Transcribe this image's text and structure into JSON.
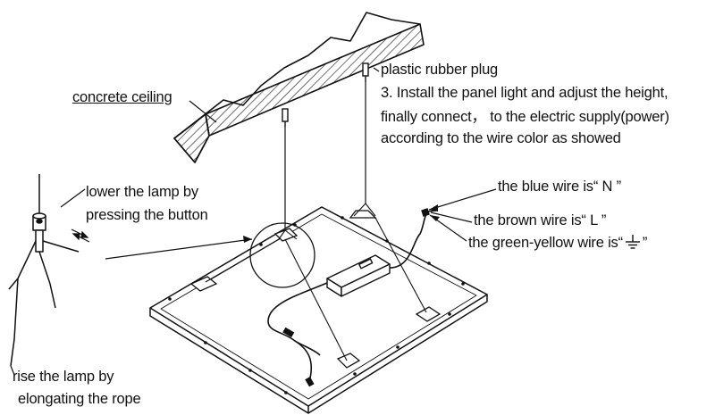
{
  "labels": {
    "concrete_ceiling": "concrete ceiling",
    "plastic_plug": "plastic rubber plug",
    "step_line1": "3. Install the panel light and adjust the height,",
    "step_line2": "finally connect， to the electric supply(power)",
    "step_line3": "according to the wire color as showed",
    "lower_line1": "lower the lamp by",
    "lower_line2": "pressing the button",
    "blue_wire": "the blue wire is“ N ”",
    "brown_wire": "the brown wire is“ L ”",
    "green_wire_prefix": "the green-yellow wire is“",
    "green_wire_suffix": "”",
    "rise_line1": "rise the lamp by",
    "rise_line2": "elongating the rope"
  },
  "icons": {
    "ground_symbol": "earth-ground-icon"
  }
}
